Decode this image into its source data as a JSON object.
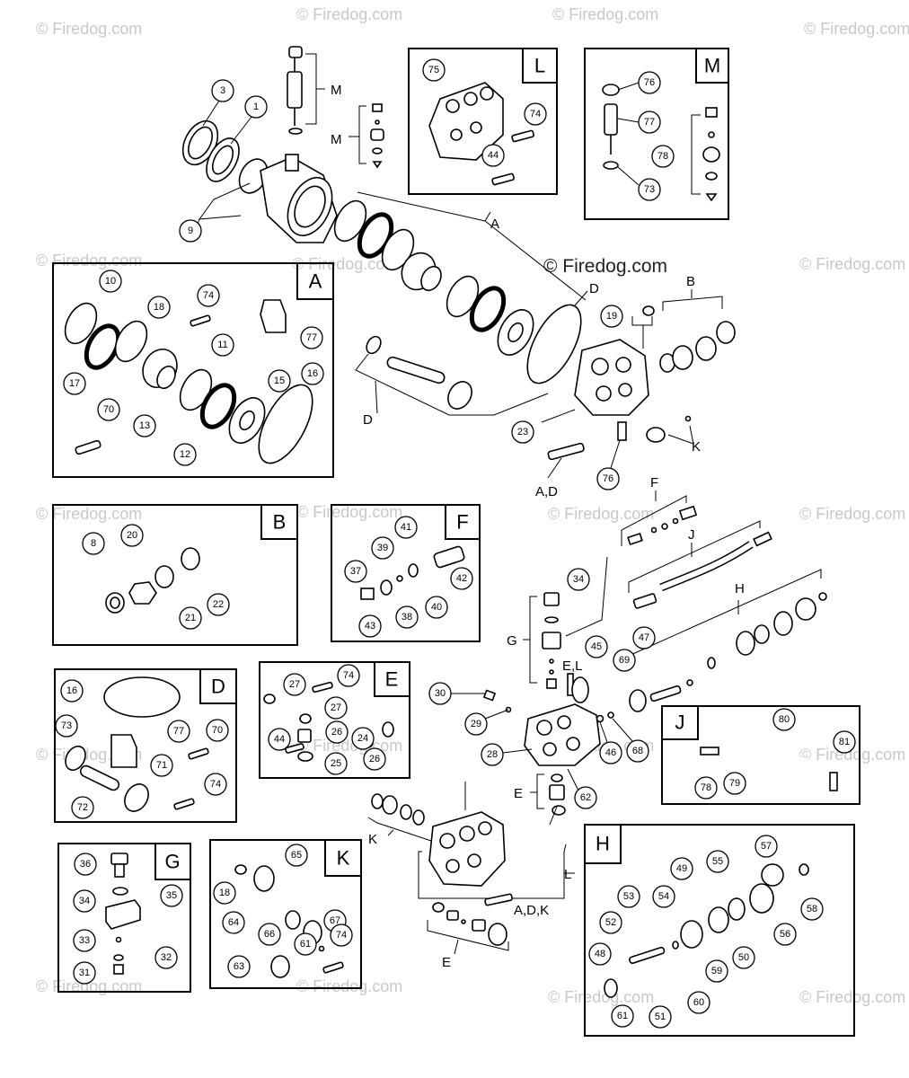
{
  "watermark": {
    "text": "© Firedog.com",
    "featured_text": "© Firedog.com"
  },
  "panels": [
    {
      "id": "L",
      "label": "L",
      "parts": [
        "75",
        "74",
        "44"
      ]
    },
    {
      "id": "M",
      "label": "M",
      "parts": [
        "76",
        "77",
        "78",
        "73"
      ]
    },
    {
      "id": "A",
      "label": "A",
      "parts": [
        "10",
        "74",
        "77",
        "18",
        "11",
        "15",
        "16",
        "17",
        "13",
        "12",
        "70"
      ]
    },
    {
      "id": "B",
      "label": "B",
      "parts": [
        "8",
        "20",
        "21",
        "22"
      ]
    },
    {
      "id": "F",
      "label": "F",
      "parts": [
        "41",
        "39",
        "37",
        "38",
        "40",
        "42",
        "43"
      ]
    },
    {
      "id": "D",
      "label": "D",
      "parts": [
        "16",
        "73",
        "77",
        "70",
        "71",
        "72",
        "74"
      ]
    },
    {
      "id": "E",
      "label": "E",
      "parts": [
        "27",
        "74",
        "27",
        "44",
        "26",
        "24",
        "26",
        "25"
      ]
    },
    {
      "id": "G",
      "label": "G",
      "parts": [
        "36",
        "35",
        "34",
        "33",
        "32",
        "31"
      ]
    },
    {
      "id": "K",
      "label": "K",
      "parts": [
        "65",
        "18",
        "64",
        "66",
        "67",
        "61",
        "74",
        "63"
      ]
    },
    {
      "id": "J",
      "label": "J",
      "parts": [
        "80",
        "81",
        "78",
        "79"
      ]
    },
    {
      "id": "H",
      "label": "H",
      "parts": [
        "57",
        "49",
        "55",
        "53",
        "54",
        "52",
        "48",
        "58",
        "50",
        "56",
        "59",
        "60",
        "61",
        "51"
      ]
    }
  ],
  "main_callouts": [
    "3",
    "1",
    "9",
    "19",
    "23",
    "76",
    "34",
    "45",
    "47",
    "69",
    "30",
    "29",
    "28",
    "46",
    "68",
    "62"
  ],
  "group_letters": {
    "m_top": "M",
    "m_side": "M",
    "a": "A",
    "d_upper": "D",
    "b": "B",
    "d_lower": "D",
    "k_upper": "K",
    "ad": "A,D",
    "f": "F",
    "j": "J",
    "h": "H",
    "g": "G",
    "el": "E,L",
    "e_mid": "E",
    "k_lower": "K",
    "l": "L",
    "adk": "A,D,K",
    "e_lower": "E"
  }
}
